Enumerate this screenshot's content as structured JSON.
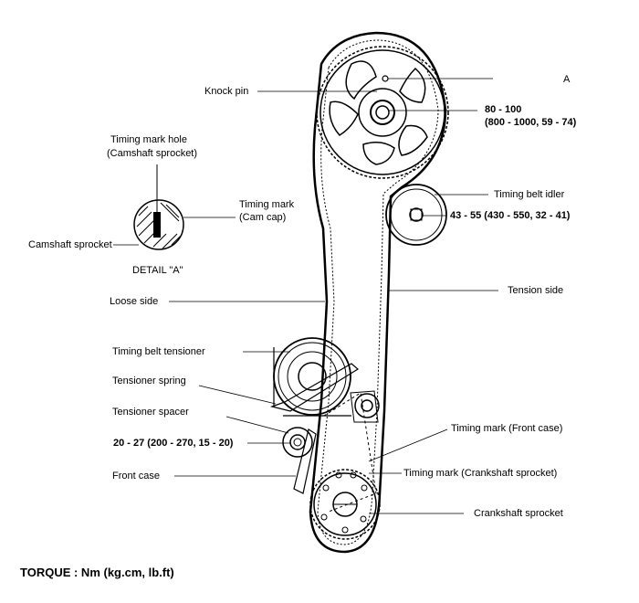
{
  "labels": {
    "a": "A",
    "knock_pin": "Knock pin",
    "cam_torque_1": "80 - 100",
    "cam_torque_2": "(800 - 1000, 59 - 74)",
    "timing_mark_hole_1": "Timing mark hole",
    "timing_mark_hole_2": "(Camshaft sprocket)",
    "timing_mark_cam_cap_1": "Timing mark",
    "timing_mark_cam_cap_2": "(Cam cap)",
    "camshaft_sprocket": "Camshaft sprocket",
    "detail_a": "DETAIL \"A\"",
    "timing_belt_idler": "Timing belt idler",
    "idler_torque": "43 - 55 (430 - 550, 32 - 41)",
    "loose_side": "Loose side",
    "tension_side": "Tension side",
    "timing_belt_tensioner": "Timing belt tensioner",
    "tensioner_spring": "Tensioner spring",
    "tensioner_spacer": "Tensioner spacer",
    "tensioner_torque": "20 - 27 (200 - 270, 15 - 20)",
    "front_case": "Front case",
    "timing_mark_front_case": "Timing mark (Front case)",
    "timing_mark_crank_sprocket": "Timing mark (Crankshaft sprocket)",
    "crankshaft_sprocket": "Crankshaft sprocket",
    "torque_units": "TORQUE : Nm (kg.cm, lb.ft)"
  }
}
